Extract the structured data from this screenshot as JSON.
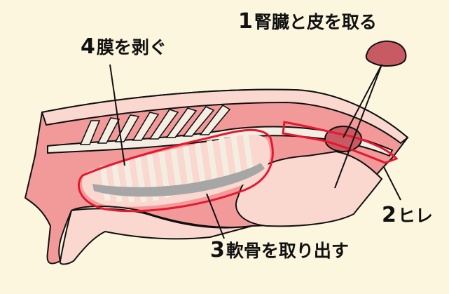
{
  "colors": {
    "background": "#fdf6df",
    "meat_dark": "#f29a9a",
    "meat_light": "#fad8d0",
    "bone": "#f4eee2",
    "cartilage": "#a6a6a6",
    "kidney": "#c85a63",
    "highlight_outline": "#e5182f",
    "line": "#111111"
  },
  "labels": {
    "kidney_skin": {
      "number": "1",
      "text": "腎臓と皮を取る"
    },
    "tenderloin": {
      "number": "2",
      "text": "ヒレ"
    },
    "cartilage": {
      "number": "3",
      "text": "軟骨を取り出す"
    },
    "membrane": {
      "number": "4",
      "text": "膜を剥ぐ"
    }
  }
}
